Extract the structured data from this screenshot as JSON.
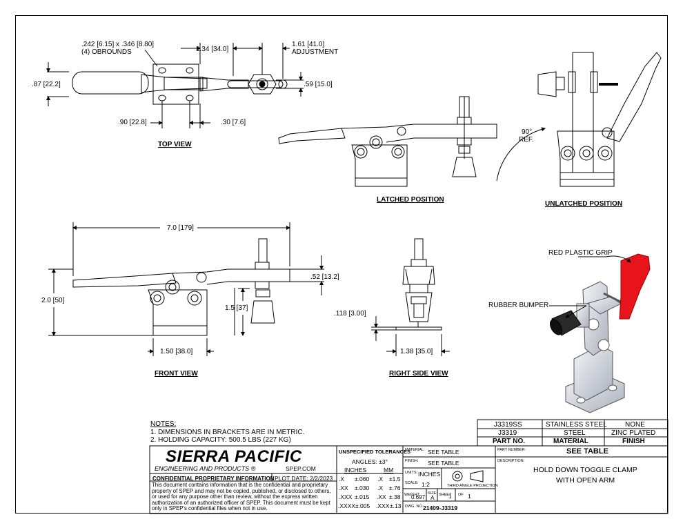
{
  "views": {
    "top_view": {
      "label": "TOP VIEW",
      "dims": {
        "obrounds": ".242 [6.15] x .346 [8.80]",
        "obrounds_note": "(4) OBROUNDS",
        "d134": "1.34",
        "d134_mm": "34.0",
        "d161": "1.61",
        "d161_mm": "41.0",
        "adjustment": "ADJUSTMENT",
        "d087": ".87",
        "d087_mm": "22.2",
        "d059": ".59",
        "d059_mm": "15.0",
        "d090": ".90",
        "d090_mm": "22.8",
        "d030": ".30",
        "d030_mm": "7.6"
      }
    },
    "latched_label": "LATCHED POSITION",
    "unlatched": {
      "label": "UNLATCHED POSITION",
      "angle": "90°",
      "ref": "REF."
    },
    "front_view": {
      "label": "FRONT VIEW",
      "dims": {
        "d70": "7.0",
        "d70_mm": "179",
        "d20": "2.0",
        "d20_mm": "50",
        "d15": "1.5",
        "d15_mm": "37",
        "d052": ".52",
        "d052_mm": "13.2",
        "d150": "1.50",
        "d150_mm": "38.0"
      }
    },
    "right_side_view": {
      "label": "RIGHT SIDE VIEW",
      "dims": {
        "d118": ".118",
        "d118_mm": "3.00",
        "d138": "1.38",
        "d138_mm": "35.0"
      }
    },
    "iso": {
      "grip": "RED PLASTIC GRIP",
      "bumper": "RUBBER BUMPER"
    }
  },
  "notes": {
    "title": "NOTES:",
    "items": [
      "1.   DIMENSIONS IN BRACKETS ARE IN METRIC.",
      "2.   HOLDING CAPACITY: 500.5 LBS (227 KG)"
    ]
  },
  "parts_table": {
    "rows": [
      [
        "J3319SS",
        "STAINLESS STEEL",
        "NONE"
      ],
      [
        "J3319",
        "STEEL",
        "ZINC PLATED"
      ]
    ],
    "headers": [
      "PART NO.",
      "MATERIAL",
      "FINISH"
    ]
  },
  "title_block": {
    "company": "SIERRA PACIFIC",
    "company_sub": "ENGINEERING AND PRODUCTS",
    "registered": "®",
    "website": "SPEP.COM",
    "confidential_title": "CONFIDENTIAL PROPRIETARY INFORMATION",
    "plot_date_label": "PLOT DATE:",
    "plot_date": "2/2/2023",
    "confidential_text": [
      "This document contains information that is the confidential and proprietary",
      "property of SPEP and may not be copied, published, or disclosed to others,",
      "or used for any purpose  other than review, without the express written",
      "authorization of an authorized officer of SPEP. This document must be kept",
      "only in SPEP's confidential files when not in use."
    ],
    "tolerances": {
      "title": "UNSPECIFIED TOLERANCES",
      "angles": "ANGLES: ±3°",
      "inches": "INCHES",
      "mm": "MM",
      "rows": [
        [
          ".X",
          "±.060",
          ".X",
          "±1.5"
        ],
        [
          ".XX",
          "±.030",
          ".X",
          "±.76"
        ],
        [
          ".XXX",
          "±.015",
          ".XX",
          "±.38"
        ],
        [
          ".XXXX",
          "±.005",
          ".XXX",
          "±.13"
        ]
      ]
    },
    "material_label": "MATERIAL:",
    "material": "SEE TABLE",
    "finish_label": "FINISH:",
    "finish": "SEE TABLE",
    "units_label": "UNITS:",
    "units": "INCHES",
    "projection": "THIRD ANGLE PROJECTION",
    "scale_label": "SCALE:",
    "scale": "1:2",
    "weight_label": "WEIGHT:",
    "weight": "0.697",
    "size_label": "SIZE:",
    "size": "A",
    "sheet_label": "SHEET",
    "sheet": "1",
    "of_label": "OF",
    "of": "1",
    "dwg_label": "DWG. NO.",
    "dwg": "21409-J3319",
    "part_number_label": "PART NUMBER:",
    "part_number": "SEE TABLE",
    "description_label": "DESCRIPTION:",
    "description": [
      "HOLD DOWN TOGGLE CLAMP",
      "WITH OPEN ARM"
    ]
  },
  "colors": {
    "grip": "#e8141b",
    "bumper": "#2a2a2a",
    "metal": "#d8dbe0"
  }
}
